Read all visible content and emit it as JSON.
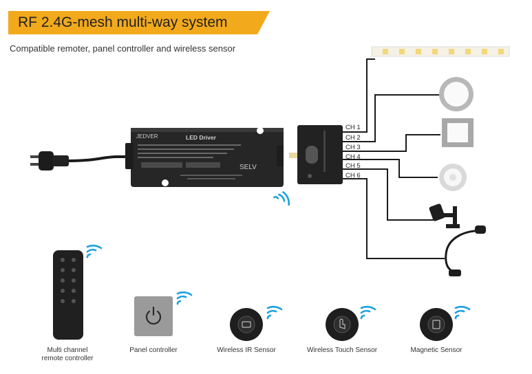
{
  "title": "RF 2.4G-mesh multi-way system",
  "subtitle": "Compatible remoter, panel controller and wireless sensor",
  "driver": {
    "brand": "JEDVER",
    "name": "LED Driver",
    "selv": "SELV"
  },
  "channels": [
    "CH 1",
    "CH 2",
    "CH 3",
    "CH 4",
    "CH 5",
    "CH 6"
  ],
  "devices": [
    {
      "label": "Multi channel\nremote controller",
      "icon": "remote-control-icon"
    },
    {
      "label": "Panel controller",
      "icon": "power-icon"
    },
    {
      "label": "Wireless IR Sensor",
      "icon": "ir-sensor-icon"
    },
    {
      "label": "Wireless Touch Sensor",
      "icon": "touch-sensor-icon"
    },
    {
      "label": "Magnetic Sensor",
      "icon": "magnetic-sensor-icon"
    }
  ],
  "colors": {
    "banner": "#f2a91c",
    "signal": "#1aa0e0",
    "device": "#2b2b2b"
  }
}
